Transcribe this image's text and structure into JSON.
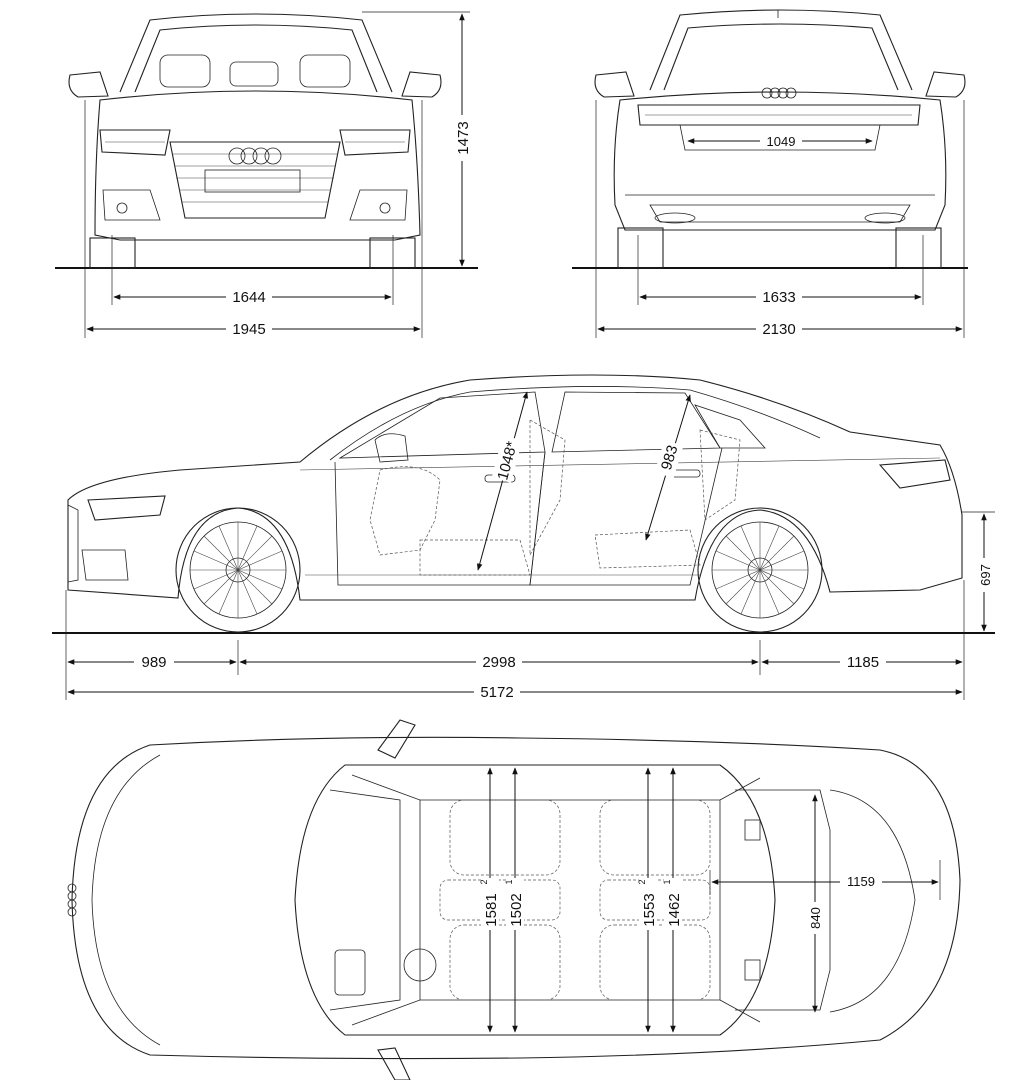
{
  "dimensions": {
    "front_track": "1644",
    "front_width": "1945",
    "height": "1473",
    "rear_track": "1633",
    "width_mirrors": "2130",
    "rear_load_width": "1049",
    "front_headroom": "1048*",
    "rear_headroom": "983",
    "rear_overhang_height": "697",
    "front_overhang": "989",
    "wheelbase": "2998",
    "rear_overhang": "1185",
    "length": "5172",
    "front_shoulder_width": "1581",
    "front_shoulder_sup": "2",
    "front_elbow_width": "1502",
    "front_elbow_sup": "1",
    "rear_shoulder_width": "1553",
    "rear_shoulder_sup": "2",
    "rear_elbow_width": "1462",
    "rear_elbow_sup": "1",
    "trunk_length": "1159",
    "trunk_width": "840"
  }
}
